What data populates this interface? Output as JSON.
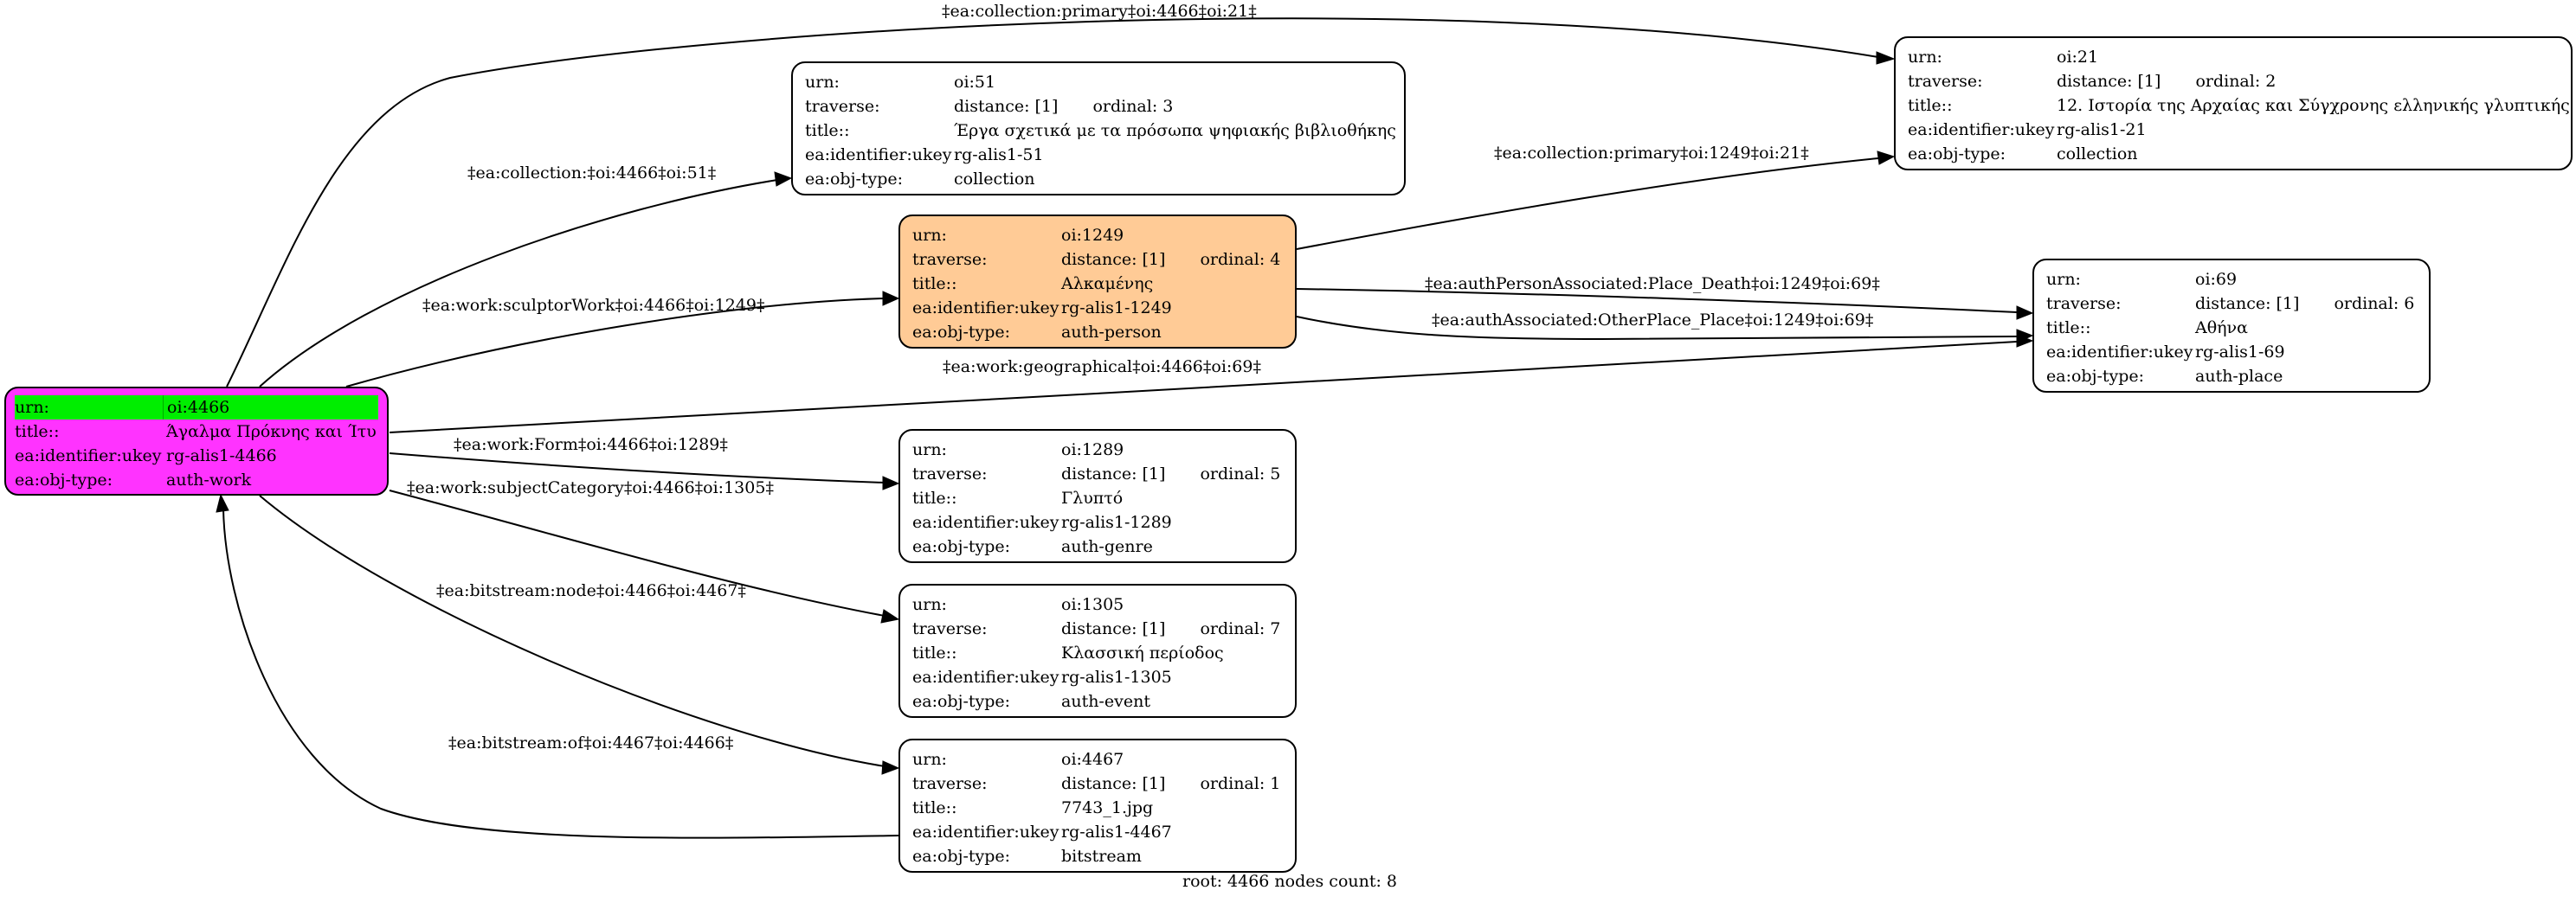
{
  "center": {
    "urn_key": "urn:",
    "urn": "oi:4466",
    "title_key": "title::",
    "title": "Άγαλμα Πρόκνης και Ίτυ",
    "ukey_key": "ea:identifier:ukey",
    "ukey": "rg-alis1-4466",
    "type_key": "ea:obj-type:",
    "type": "auth-work"
  },
  "nodes": [
    {
      "urn": "oi:51",
      "distance": "distance: [1]",
      "ordinal": "ordinal: 3",
      "title": "Έργα σχετικά με τα πρόσωπα ψηφιακής βιβλιοθήκης",
      "ukey": "rg-alis1-51",
      "type": "collection"
    },
    {
      "urn": "oi:21",
      "distance": "distance: [1]",
      "ordinal": "ordinal: 2",
      "title": "12. Ιστορία της Αρχαίας και Σύγχρονης ελληνικής γλυπτικής",
      "ukey": "rg-alis1-21",
      "type": "collection"
    },
    {
      "urn": "oi:1249",
      "distance": "distance: [1]",
      "ordinal": "ordinal: 4",
      "title": "Αλκαμένης",
      "ukey": "rg-alis1-1249",
      "type": "auth-person"
    },
    {
      "urn": "oi:69",
      "distance": "distance: [1]",
      "ordinal": "ordinal: 6",
      "title": "Αθήνα",
      "ukey": "rg-alis1-69",
      "type": "auth-place"
    },
    {
      "urn": "oi:1289",
      "distance": "distance: [1]",
      "ordinal": "ordinal: 5",
      "title": "Γλυπτό",
      "ukey": "rg-alis1-1289",
      "type": "auth-genre"
    },
    {
      "urn": "oi:1305",
      "distance": "distance: [1]",
      "ordinal": "ordinal: 7",
      "title": "Κλασσική περίοδος",
      "ukey": "rg-alis1-1305",
      "type": "auth-event"
    },
    {
      "urn": "oi:4467",
      "distance": "distance: [1]",
      "ordinal": "ordinal: 1",
      "title": "7743_1.jpg",
      "ukey": "rg-alis1-4467",
      "type": "bitstream"
    }
  ],
  "keys": {
    "urn": "urn:",
    "traverse": "traverse:",
    "title": "title::",
    "ukey": "ea:identifier:ukey",
    "type": "ea:obj-type:"
  },
  "edges": {
    "e1": "‡ea:collection:primary‡oi:4466‡oi:21‡",
    "e2": "‡ea:collection:‡oi:4466‡oi:51‡",
    "e3": "‡ea:work:sculptorWork‡oi:4466‡oi:1249‡",
    "e4": "‡ea:collection:primary‡oi:1249‡oi:21‡",
    "e5": "‡ea:authPersonAssociated:Place_Death‡oi:1249‡oi:69‡",
    "e6": "‡ea:authAssociated:OtherPlace_Place‡oi:1249‡oi:69‡",
    "e7": "‡ea:work:geographical‡oi:4466‡oi:69‡",
    "e8": "‡ea:work:Form‡oi:4466‡oi:1289‡",
    "e9": "‡ea:work:subjectCategory‡oi:4466‡oi:1305‡",
    "e10": "‡ea:bitstream:node‡oi:4466‡oi:4467‡",
    "e11": "‡ea:bitstream:of‡oi:4467‡oi:4466‡"
  },
  "footer": "root: 4466 nodes count: 8",
  "colors": {
    "center_fill": "#ff33ff",
    "highlight": "#00ee00",
    "person_fill": "#ffcb96",
    "default_fill": "#ffffff"
  }
}
